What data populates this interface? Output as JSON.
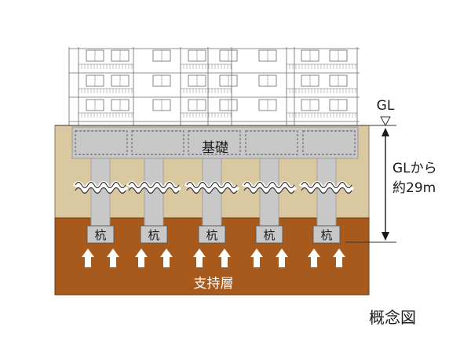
{
  "labels": {
    "foundation": "基礎",
    "pile": "杭",
    "bearing_layer": "支持層",
    "gl": "GL",
    "depth_line1": "GLから",
    "depth_line2": "約29m",
    "caption": "概念図"
  },
  "colors": {
    "surface_soil": "#d9c8a0",
    "bearing_soil": "#a85a1c",
    "concrete": "#c8c8c8",
    "concrete_edge": "#9a9a9a",
    "arrow": "#ffffff",
    "building_line": "#6a6a6a",
    "text_dark": "#1a1a1a",
    "text_light": "#ffffff"
  },
  "icons": {
    "gl_marker": "triangle-down-icon",
    "bearing_force": "arrow-up-icon"
  }
}
